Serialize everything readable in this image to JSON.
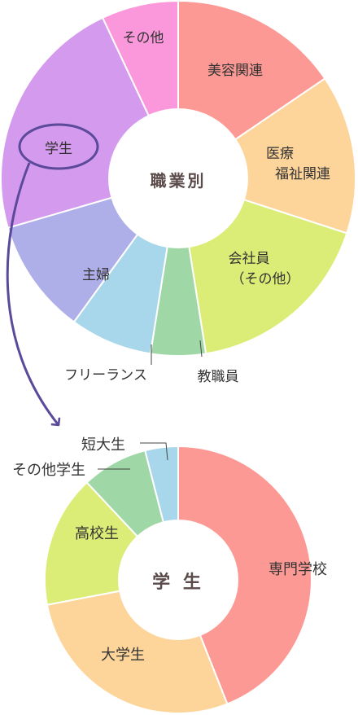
{
  "chart_data": [
    {
      "type": "pie",
      "title": "職業別",
      "categories": [
        "美容関連",
        "医療\n福祉関連",
        "会社員\n（その他）",
        "教職員",
        "フリーランス",
        "主婦",
        "学生",
        "その他"
      ],
      "values": [
        15.5,
        14.5,
        17.5,
        5,
        7.5,
        10.5,
        22.5,
        7
      ],
      "colors": [
        "#fc9994",
        "#fdd49a",
        "#dced77",
        "#9fd8a6",
        "#a8d6ea",
        "#aeaee9",
        "#d49aed",
        "#fb98dc"
      ]
    },
    {
      "type": "pie",
      "title": "学 生",
      "categories": [
        "専門学校",
        "大学生",
        "高校生",
        "その他学生",
        "短大生"
      ],
      "values": [
        44,
        28,
        16,
        8,
        4
      ],
      "colors": [
        "#fc9994",
        "#fdd49a",
        "#dced77",
        "#9fd8a6",
        "#a8d6ea"
      ]
    }
  ]
}
